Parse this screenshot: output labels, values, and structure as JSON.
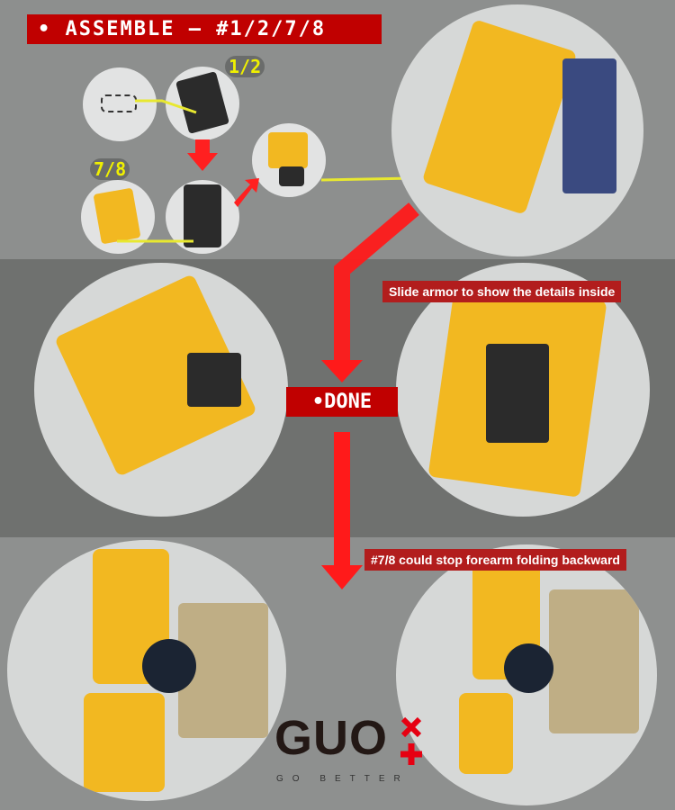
{
  "header": {
    "title": "• ASSEMBLE — #1/2/7/8"
  },
  "parts": {
    "label_a": "1/2",
    "label_b": "7/8"
  },
  "steps": {
    "done_label": "•DONE",
    "caption_1": "Slide armor to show the details inside",
    "caption_2": "#7/8 could stop forearm folding backward"
  },
  "brand": {
    "logo": "GUO",
    "tagline": "GO BETTER"
  },
  "colors": {
    "accent": "#c00000",
    "arrow": "#ff1a1a",
    "highlight": "#f0f000",
    "part_yellow": "#f2b821"
  }
}
